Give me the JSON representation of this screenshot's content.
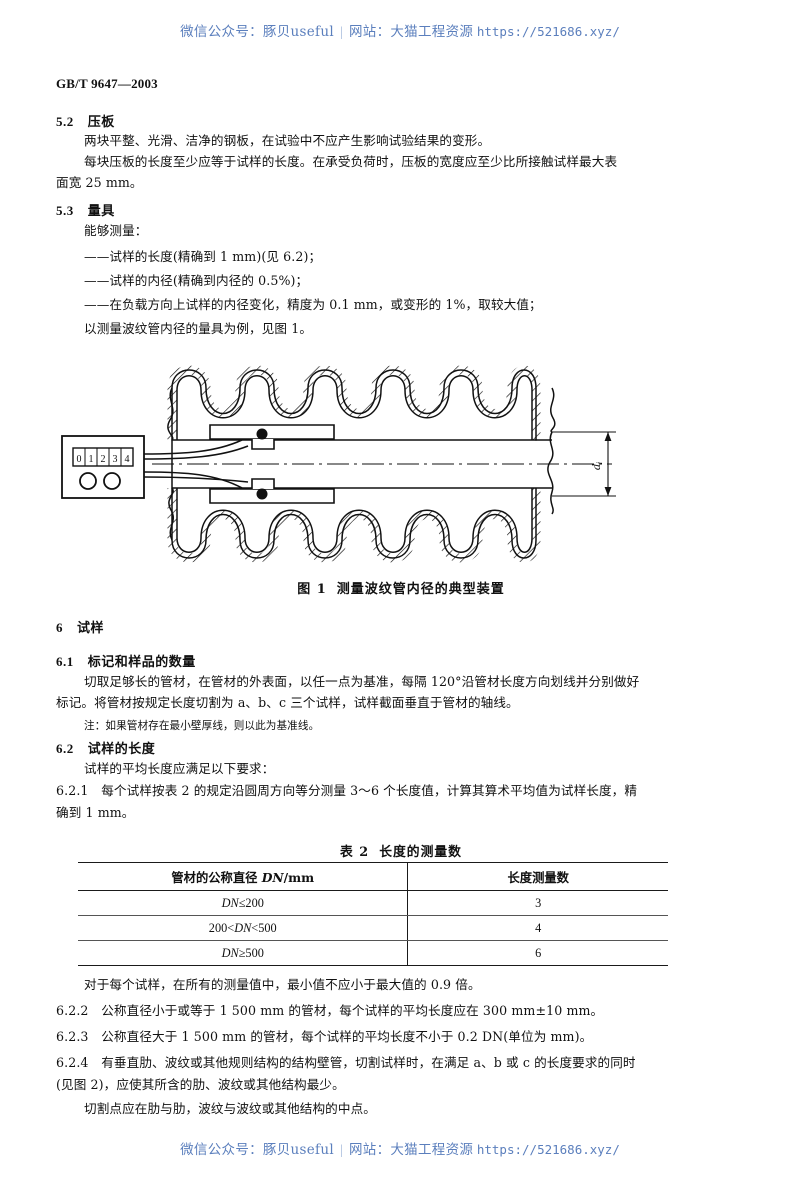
{
  "watermark": {
    "cn_part1": "微信公众号：豚贝useful",
    "separator": "|",
    "cn_part2": "网站：大猫工程资源",
    "url": "https://521686.xyz/"
  },
  "header": {
    "standard_code": "GB/T 9647—2003"
  },
  "sections": {
    "s52": {
      "number": "5.2",
      "title": "压板"
    },
    "s53": {
      "number": "5.3",
      "title": "量具"
    },
    "s6": {
      "number": "6",
      "title": "试样"
    },
    "s61": {
      "number": "6.1",
      "title": "标记和样品的数量"
    },
    "s62": {
      "number": "6.2",
      "title": "试样的长度"
    }
  },
  "body": {
    "p52_l1": "两块平整、光滑、洁净的钢板，在试验中不应产生影响试验结果的变形。",
    "p52_l2": "每块压板的长度至少应等于试样的长度。在承受负荷时，压板的宽度应至少比所接触试样最大表",
    "p52_l3": "面宽 25 mm。",
    "p53_l1": "能够测量：",
    "p53_d1": "——试样的长度(精确到 1 mm)(见 6.2)；",
    "p53_d2": "——试样的内径(精确到内径的 0.5%)；",
    "p53_d3": "——在负载方向上试样的内径变化，精度为 0.1 mm，或变形的 1%，取较大值；",
    "p53_l5": "以测量波纹管内径的量具为例，见图 1。",
    "p61_l1": "切取足够长的管材，在管材的外表面，以任一点为基准，每隔 120°沿管材长度方向划线并分别做好",
    "p61_l2": "标记。将管材按规定长度切割为 a、b、c 三个试样，试样截面垂直于管材的轴线。",
    "p61_note": "注：如果管材存在最小壁厚线，则以此为基准线。",
    "p62_l1": "试样的平均长度应满足以下要求：",
    "p621_l1": "6.2.1　每个试样按表 2 的规定沿圆周方向等分测量 3～6 个长度值，计算其算术平均值为试样长度，精",
    "p621_l2": "确到 1 mm。",
    "after_table": "对于每个试样，在所有的测量值中，最小值不应小于最大值的 0.9 倍。",
    "p622": "6.2.2　公称直径小于或等于 1 500 mm 的管材，每个试样的平均长度应在 300 mm±10 mm。",
    "p623": "6.2.3　公称直径大于 1 500 mm 的管材，每个试样的平均长度不小于 0.2 DN(单位为 mm)。",
    "p624_l1": "6.2.4　有垂直肋、波纹或其他规则结构的结构壁管，切割试样时，在满足 a、b 或 c 的长度要求的同时",
    "p624_l2": "(见图 2)，应使其所含的肋、波纹或其他结构最少。",
    "p624_l3": "切割点应在肋与肋，波纹与波纹或其他结构的中点。"
  },
  "figure": {
    "caption_number": "图 1",
    "caption_text": "测量波纹管内径的典型装置",
    "dimension_label": "d",
    "dimension_subscript": "i",
    "display_digits": [
      "0",
      "1",
      "2",
      "3",
      "4"
    ]
  },
  "table2": {
    "number": "表 2",
    "title": "长度的测量数",
    "columns": [
      "管材的公称直径 DN/mm",
      "长度测量数"
    ],
    "rows": [
      {
        "dn": "DN≤200",
        "count": "3"
      },
      {
        "dn": "200<DN<500",
        "count": "4"
      },
      {
        "dn": "DN≥500",
        "count": "6"
      }
    ]
  }
}
